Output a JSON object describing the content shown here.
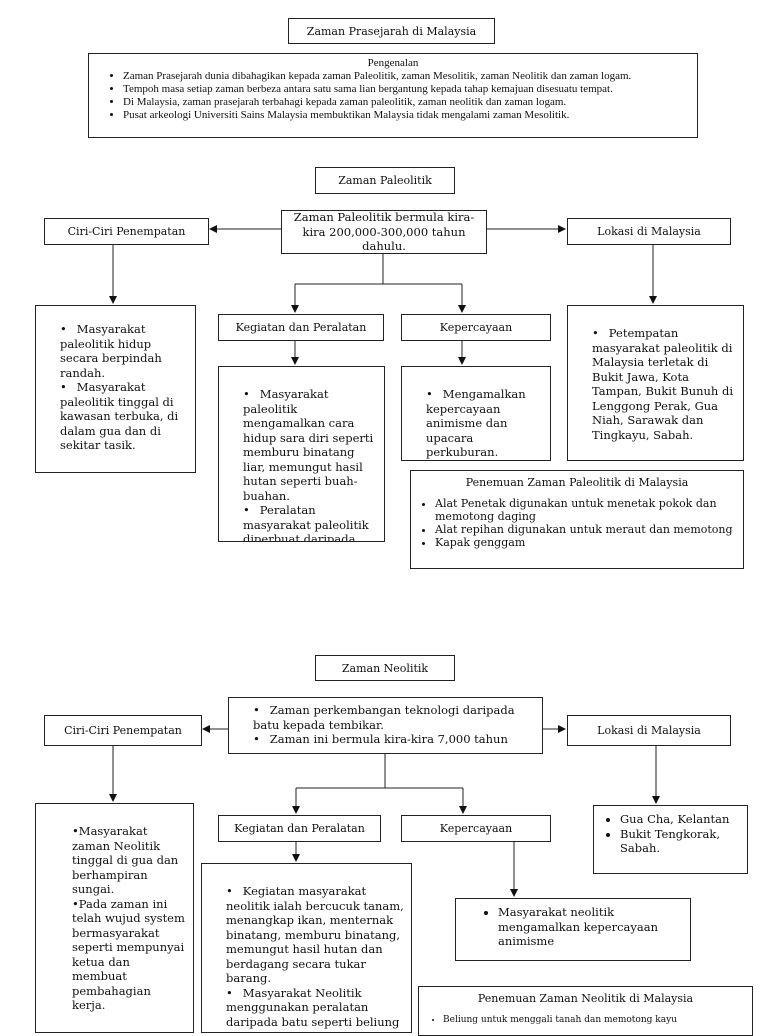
{
  "title": "Zaman Prasejarah di Malaysia",
  "intro": {
    "heading": "Pengenalan",
    "items": [
      "Zaman Prasejarah dunia dibahagikan kepada zaman Paleolitik, zaman Mesolitik, zaman Neolitik dan zaman logam.",
      "Tempoh masa setiap zaman berbeza antara satu sama lian bergantung kepada tahap kemajuan disesuatu tempat.",
      "Di Malaysia, zaman prasejarah terbahagi kepada zaman paleolitik, zaman neolitik dan zaman logam.",
      "Pusat arkeologi Universiti Sains Malaysia membuktikan Malaysia tidak mengalami zaman Mesolitik."
    ]
  },
  "paleolitik": {
    "heading": "Zaman Paleolitik",
    "center": "Zaman Paleolitik bermula kira-kira 200,000-300,000 tahun dahulu.",
    "ciri_label": "Ciri-Ciri Penempatan",
    "lokasi_label": "Lokasi di Malaysia",
    "kegiatan_label": "Kegiatan dan Peralatan",
    "kepercayaan_label": "Kepercayaan",
    "ciri_items": [
      "Masyarakat paleolitik hidup secara berpindah randah.",
      "Masyarakat paleolitik tinggal di kawasan terbuka, di dalam gua dan di sekitar tasik."
    ],
    "kegiatan_items": [
      "Masyarakat paleolitik mengamalkan cara hidup sara diri seperti memburu binatang liar, memungut hasil hutan seperti buah-buahan.",
      "Peralatan masyarakat paleolitik diperbuat daripada batu."
    ],
    "kepercayaan_items": [
      "Mengamalkan kepercayaan animisme dan upacara perkuburan."
    ],
    "lokasi_items": [
      "Petempatan masyarakat paleolitik di Malaysia terletak di Bukit Jawa, Kota Tampan, Bukit Bunuh di Lenggong Perak, Gua Niah, Sarawak dan Tingkayu, Sabah."
    ],
    "penemuan": {
      "heading": "Penemuan Zaman Paleolitik di Malaysia",
      "items": [
        "Alat Penetak digunakan untuk menetak pokok dan memotong daging",
        "Alat repihan digunakan untuk meraut dan memotong",
        "Kapak genggam"
      ]
    }
  },
  "neolitik": {
    "heading": "Zaman Neolitik",
    "center_items": [
      "Zaman perkembangan teknologi daripada batu kepada tembikar.",
      "Zaman ini bermula kira-kira 7,000 tahun"
    ],
    "ciri_label": "Ciri-Ciri Penempatan",
    "lokasi_label": "Lokasi di Malaysia",
    "kegiatan_label": "Kegiatan dan Peralatan",
    "kepercayaan_label": "Kepercayaan",
    "ciri_items": [
      "Masyarakat zaman Neolitik tinggal di gua dan berhampiran sungai.",
      "Pada zaman ini telah wujud system bermasyarakat seperti mempunyai ketua dan membuat pembahagian kerja."
    ],
    "kegiatan_items": [
      "Kegiatan masyarakat neolitik ialah bercucuk tanam, menangkap ikan, menternak binatang, memburu binatang, memungut hasil hutan dan berdagang secara tukar barang.",
      "Masyarakat Neolitik menggunakan peralatan daripada batu seperti beliung"
    ],
    "kepercayaan_items": [
      "Masyarakat neolitik mengamalkan kepercayaan animisme"
    ],
    "lokasi_items": [
      "Gua Cha, Kelantan",
      "Bukit Tengkorak, Sabah."
    ],
    "penemuan": {
      "heading": "Penemuan Zaman Neolitik di Malaysia",
      "items": [
        "Beliung untuk menggali tanah dan memotong kayu"
      ]
    }
  }
}
